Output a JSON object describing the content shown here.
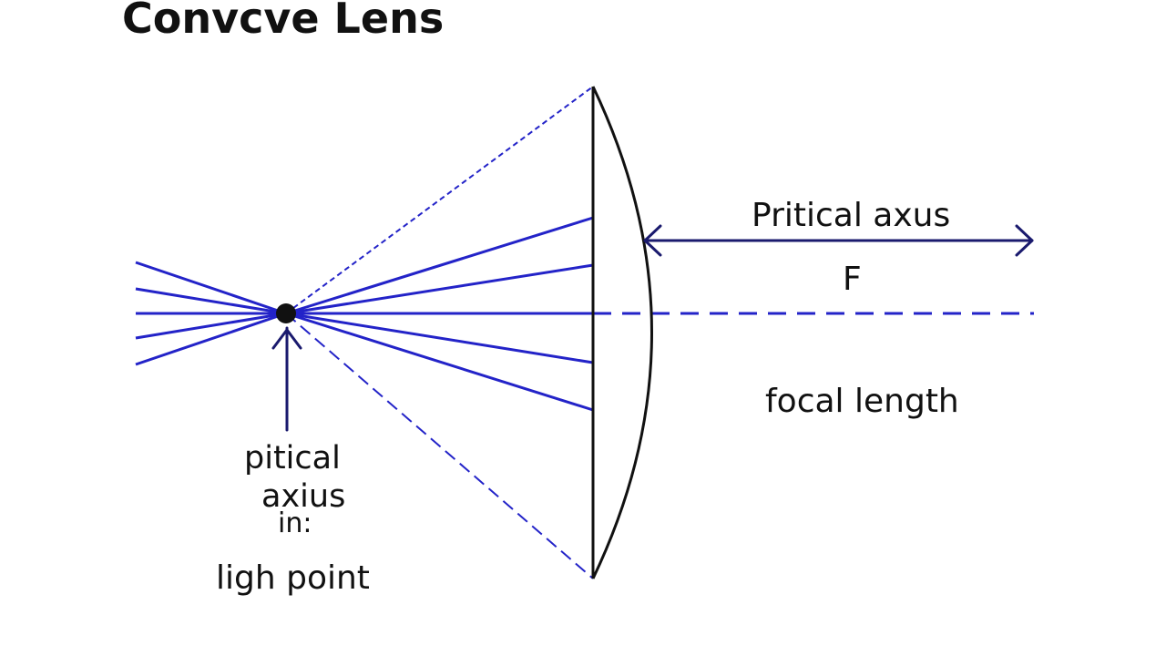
{
  "title": "Convcve Lens",
  "labels": {
    "pritical_axus": "Pritical axus",
    "f": "F",
    "focal_length": "focal length",
    "pitical_axius_line1": "pitical",
    "pitical_axius_line2": "axius",
    "pitical_axius_line3": "in:",
    "ligh_point": "ligh point"
  },
  "colors": {
    "ray": "#2323c8",
    "arrow": "#1a1a6e",
    "lens": "#111111",
    "point": "#111111"
  }
}
